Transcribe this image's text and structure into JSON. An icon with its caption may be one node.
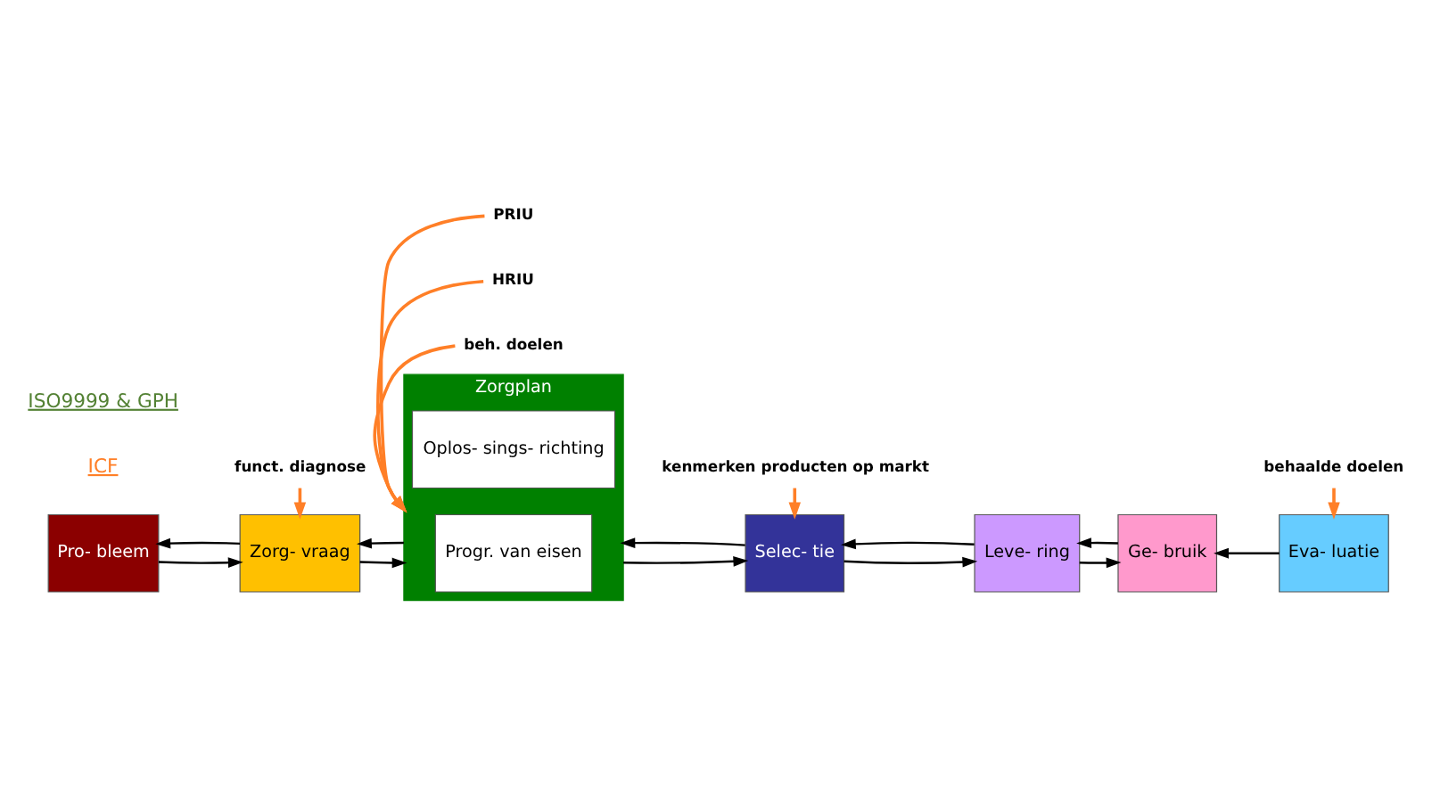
{
  "diagram": {
    "nodes": [
      {
        "text": [
          "Pro- bleem"
        ]
      },
      {
        "text": [
          "Zorg- vraag"
        ]
      },
      {
        "text": [
          "Zorgplan"
        ]
      },
      {
        "text": [
          "Oplos- sings- richting"
        ],
        "in": 2
      },
      {
        "text": [
          "Progr. van eisen"
        ],
        "in": 2
      },
      {
        "text": [
          "Selec- tie"
        ]
      },
      {
        "text": [
          "Leve- ring"
        ]
      },
      {
        "text": [
          "Ge- bruik"
        ]
      },
      {
        "text": [
          "Eva- luatie"
        ]
      },
      {
        "text": [
          "funct. diagnose"
        ]
      },
      {
        "text": [
          "beh. doelen"
        ]
      },
      {
        "text": [
          "HRIU"
        ]
      },
      {
        "text": [
          "behaalde doelen"
        ]
      },
      {
        "text": [
          "PRIU"
        ]
      },
      {
        "text": [
          "kenmerken producten op markt"
        ]
      }
    ],
    "edges": [
      {
        "from": 0,
        "to": 1,
        "arrow": "to"
      },
      {
        "from": 1,
        "to": 2,
        "arrow": "to"
      },
      {
        "from": 2,
        "to": 5,
        "arrow": "to"
      },
      {
        "from": 5,
        "to": 6,
        "arrow": "to"
      },
      {
        "from": 6,
        "to": 7,
        "arrow": "to"
      },
      {
        "from": 8,
        "to": 7,
        "arrow": "to"
      },
      {
        "from": 7,
        "to": 6,
        "arrow": "to"
      },
      {
        "from": 6,
        "to": 5,
        "arrow": "to"
      },
      {
        "from": 5,
        "to": 2,
        "arrow": "to"
      },
      {
        "from": 2,
        "to": 1,
        "arrow": "to"
      },
      {
        "from": 1,
        "to": 0,
        "arrow": "to"
      },
      {
        "from": 9,
        "to": 1,
        "arrow": "to",
        "color": "#ff7f27"
      },
      {
        "from": 10,
        "to": 2,
        "arrow": "to",
        "color": "#ff7f27"
      },
      {
        "from": 11,
        "to": 2,
        "arrow": "to",
        "color": "#ff7f27"
      },
      {
        "from": 12,
        "to": 8,
        "arrow": "to",
        "color": "#ff7f27"
      },
      {
        "from": 13,
        "to": 2,
        "arrow": "to",
        "color": "#ff7f27"
      },
      {
        "from": 14,
        "to": 5,
        "arrow": "to",
        "color": "#ff7f27"
      }
    ],
    "labels": [
      "ICF",
      "ISO9999 & GPH"
    ]
  }
}
